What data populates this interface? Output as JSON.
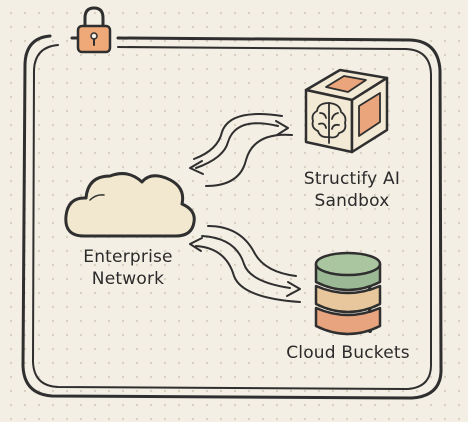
{
  "nodes": {
    "network": {
      "icon": "cloud-icon",
      "line1": "Enterprise",
      "line2": "Network"
    },
    "sandbox": {
      "icon": "cube-brain-icon",
      "line1": "Structify AI",
      "line2": "Sandbox"
    },
    "buckets": {
      "icon": "database-cylinder-icon",
      "label": "Cloud Buckets"
    }
  },
  "frame": {
    "icon": "padlock-icon"
  },
  "colors": {
    "background": "#f4efe4",
    "stroke": "#2f2f2f",
    "cloud_fill": "#f1e8cf",
    "lock_fill": "#efa878",
    "cube_face": "#f3ead6",
    "cube_accent": "#eaa57c",
    "db_top": "#9bb994",
    "db_middle": "#e9c79c",
    "db_bottom": "#e8a47f"
  }
}
